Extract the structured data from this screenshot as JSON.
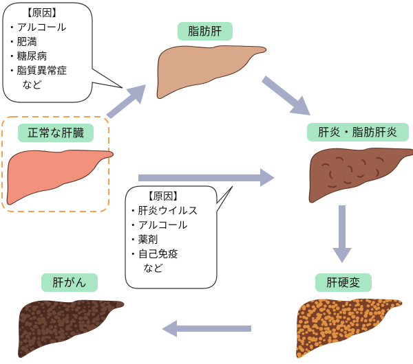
{
  "stages": {
    "normal": "正常な肝臓",
    "fatty": "脂肪肝",
    "hepatitis": "肝炎・脂肪肝炎",
    "cirrhosis": "肝硬変",
    "cancer": "肝がん"
  },
  "cause_box_fatty": {
    "title": "【原因】",
    "items": [
      "アルコール",
      "肥満",
      "糖尿病",
      "脂質異常症"
    ],
    "tail": "など"
  },
  "cause_box_hepatitis": {
    "title": "【原因】",
    "items": [
      "肝炎ウイルス",
      "アルコール",
      "薬剤",
      "自己免疫"
    ],
    "tail": "など"
  },
  "colors": {
    "label_bg": "#a8e6c4",
    "arrow": "#a6abc8",
    "normal_liver": "#f2917c",
    "fatty_liver": "#d9a88a",
    "hepatitis_liver": "#9c5f4b",
    "cirrhosis_liver": "#7a3f2a",
    "cirrhosis_nodules": "#e0923e",
    "cancer_liver": "#4a2a20",
    "cancer_nodules": "#6b4535",
    "dashed_border": "#f5a04a"
  }
}
